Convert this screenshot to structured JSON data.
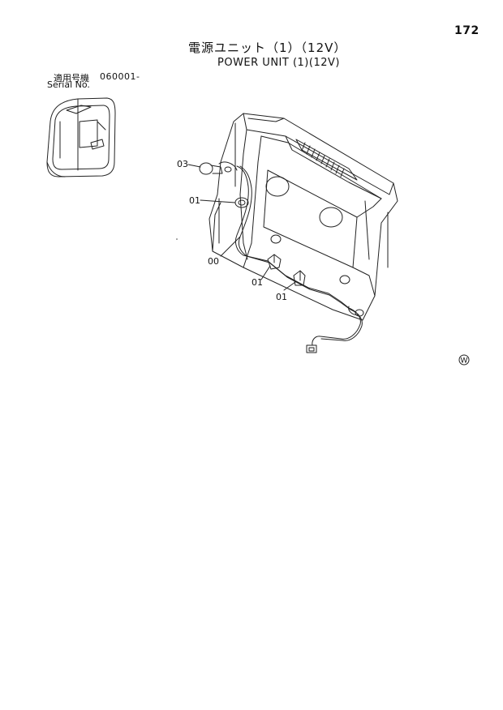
{
  "header": {
    "page_number": "172",
    "title_jp": "電源ユニット（1）（12V）",
    "title_en": "POWER UNIT (1)(12V)"
  },
  "serial": {
    "label_jp": "適用号機",
    "value": "060001-",
    "label_en": "Serial No."
  },
  "callouts": {
    "c03": "03",
    "c01_upper": "01",
    "c00": "00",
    "c01_mid": "01",
    "c01_lower": "01"
  },
  "mark": "W"
}
